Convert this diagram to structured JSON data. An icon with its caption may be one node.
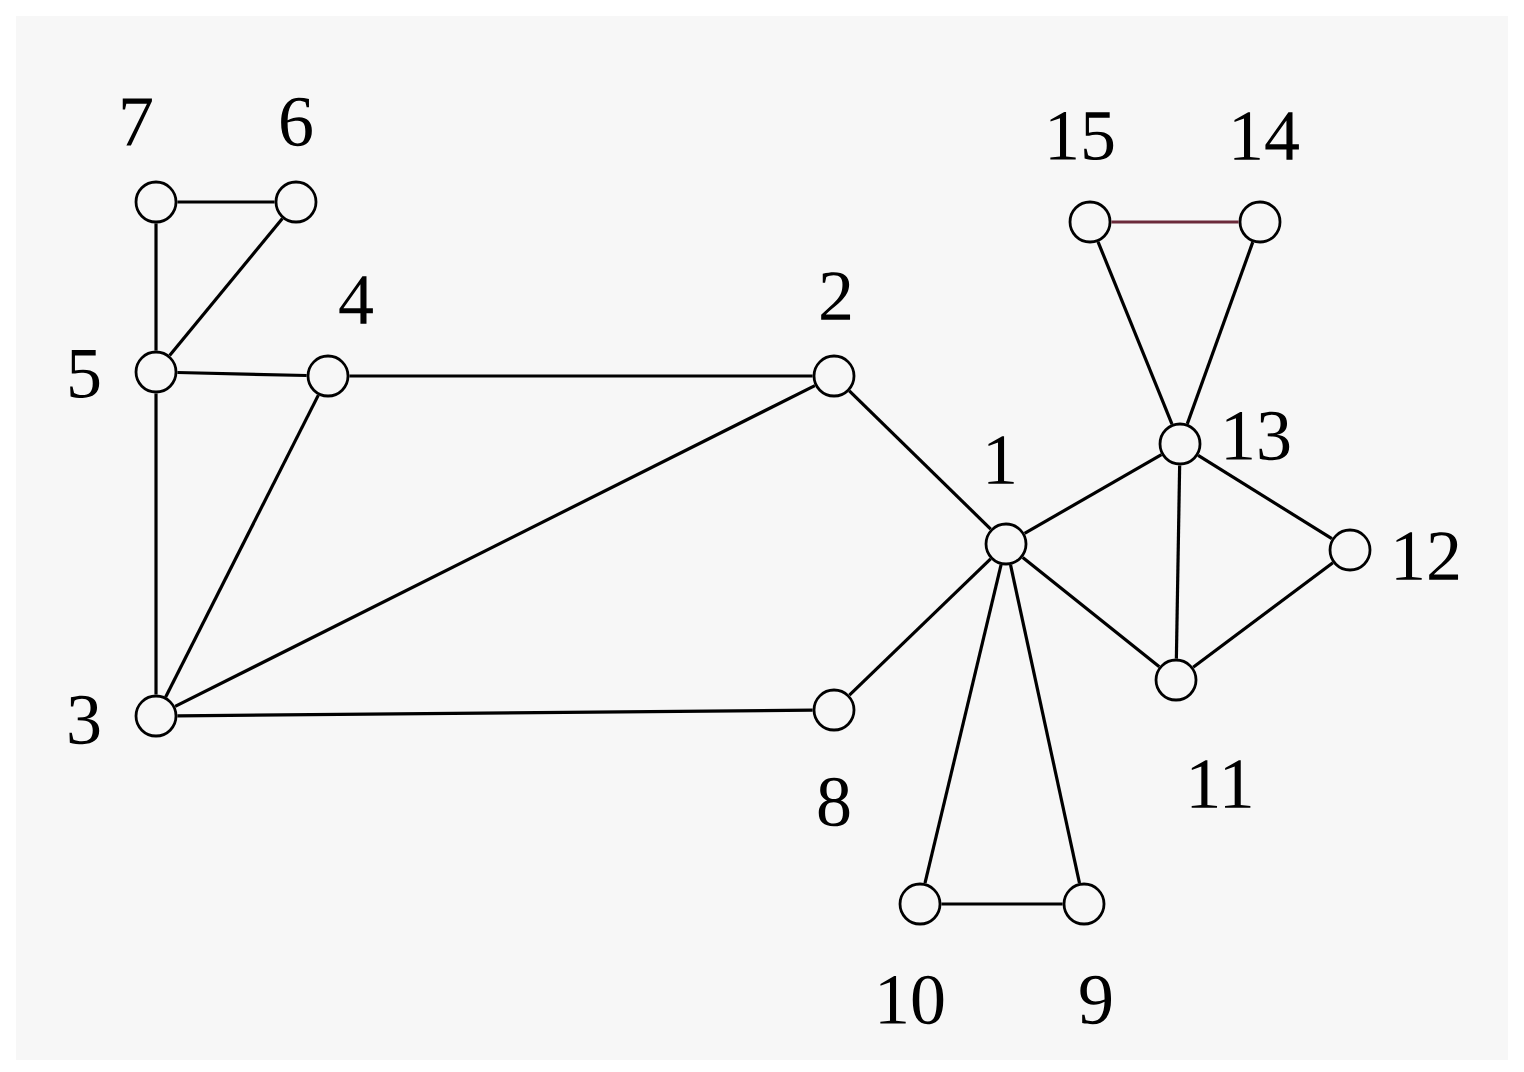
{
  "diagram": {
    "nodes": [
      {
        "text": [
          "1"
        ]
      },
      {
        "text": [
          "2"
        ]
      },
      {
        "text": [
          "3"
        ]
      },
      {
        "text": [
          "4"
        ]
      },
      {
        "text": [
          "5"
        ]
      },
      {
        "text": [
          "6"
        ]
      },
      {
        "text": [
          "7"
        ]
      },
      {
        "text": [
          "8"
        ]
      },
      {
        "text": [
          "9"
        ]
      },
      {
        "text": [
          "10"
        ]
      },
      {
        "text": [
          "11"
        ]
      },
      {
        "text": [
          "12"
        ]
      },
      {
        "text": [
          "13"
        ]
      },
      {
        "text": [
          "14"
        ]
      },
      {
        "text": [
          "15"
        ]
      }
    ],
    "edges": [
      {
        "from": 6,
        "to": 5,
        "arrow": "none"
      },
      {
        "from": 6,
        "to": 4,
        "arrow": "none"
      },
      {
        "from": 5,
        "to": 4,
        "arrow": "none"
      },
      {
        "from": 4,
        "to": 3,
        "arrow": "none"
      },
      {
        "from": 3,
        "to": 1,
        "arrow": "none"
      },
      {
        "from": 4,
        "to": 2,
        "arrow": "none"
      },
      {
        "from": 3,
        "to": 2,
        "arrow": "none"
      },
      {
        "from": 2,
        "to": 1,
        "arrow": "none"
      },
      {
        "from": 2,
        "to": 7,
        "arrow": "none"
      },
      {
        "from": 1,
        "to": 0,
        "arrow": "none"
      },
      {
        "from": 7,
        "to": 0,
        "arrow": "none"
      },
      {
        "from": 0,
        "to": 12,
        "arrow": "none"
      },
      {
        "from": 0,
        "to": 10,
        "arrow": "none"
      },
      {
        "from": 0,
        "to": 9,
        "arrow": "none"
      },
      {
        "from": 0,
        "to": 8,
        "arrow": "none"
      },
      {
        "from": 9,
        "to": 8,
        "arrow": "none"
      },
      {
        "from": 12,
        "to": 14,
        "arrow": "none"
      },
      {
        "from": 12,
        "to": 13,
        "arrow": "none"
      },
      {
        "from": 14,
        "to": 13,
        "arrow": "none",
        "color": "#6b2a3a"
      },
      {
        "from": 12,
        "to": 11,
        "arrow": "none"
      },
      {
        "from": 12,
        "to": 10,
        "arrow": "none"
      },
      {
        "from": 10,
        "to": 11,
        "arrow": "none"
      }
    ]
  }
}
